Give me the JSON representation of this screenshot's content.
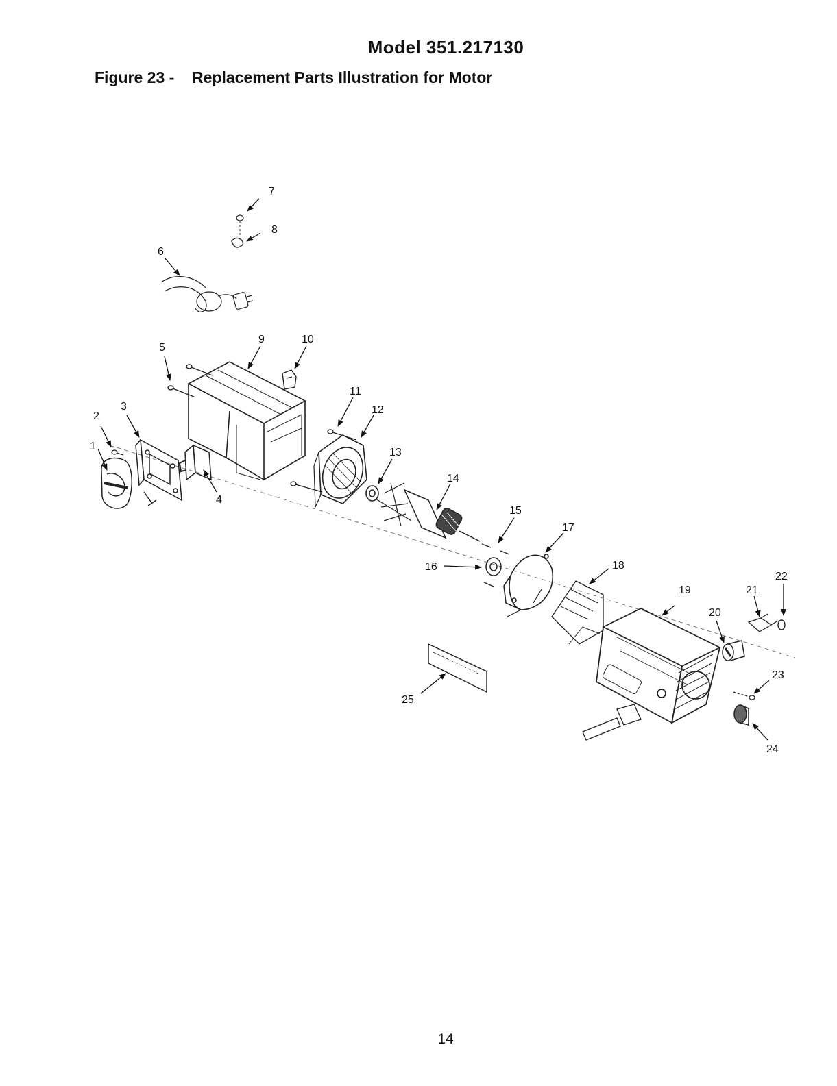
{
  "header": {
    "model": "Model 351.217130",
    "figure_number": "Figure 23 -",
    "figure_title": "Replacement Parts Illustration for Motor"
  },
  "callouts": [
    "1",
    "2",
    "3",
    "4",
    "5",
    "6",
    "7",
    "8",
    "9",
    "10",
    "11",
    "12",
    "13",
    "14",
    "15",
    "16",
    "17",
    "18",
    "19",
    "20",
    "21",
    "22",
    "23",
    "24",
    "25"
  ],
  "footer": {
    "page_number": "14"
  }
}
